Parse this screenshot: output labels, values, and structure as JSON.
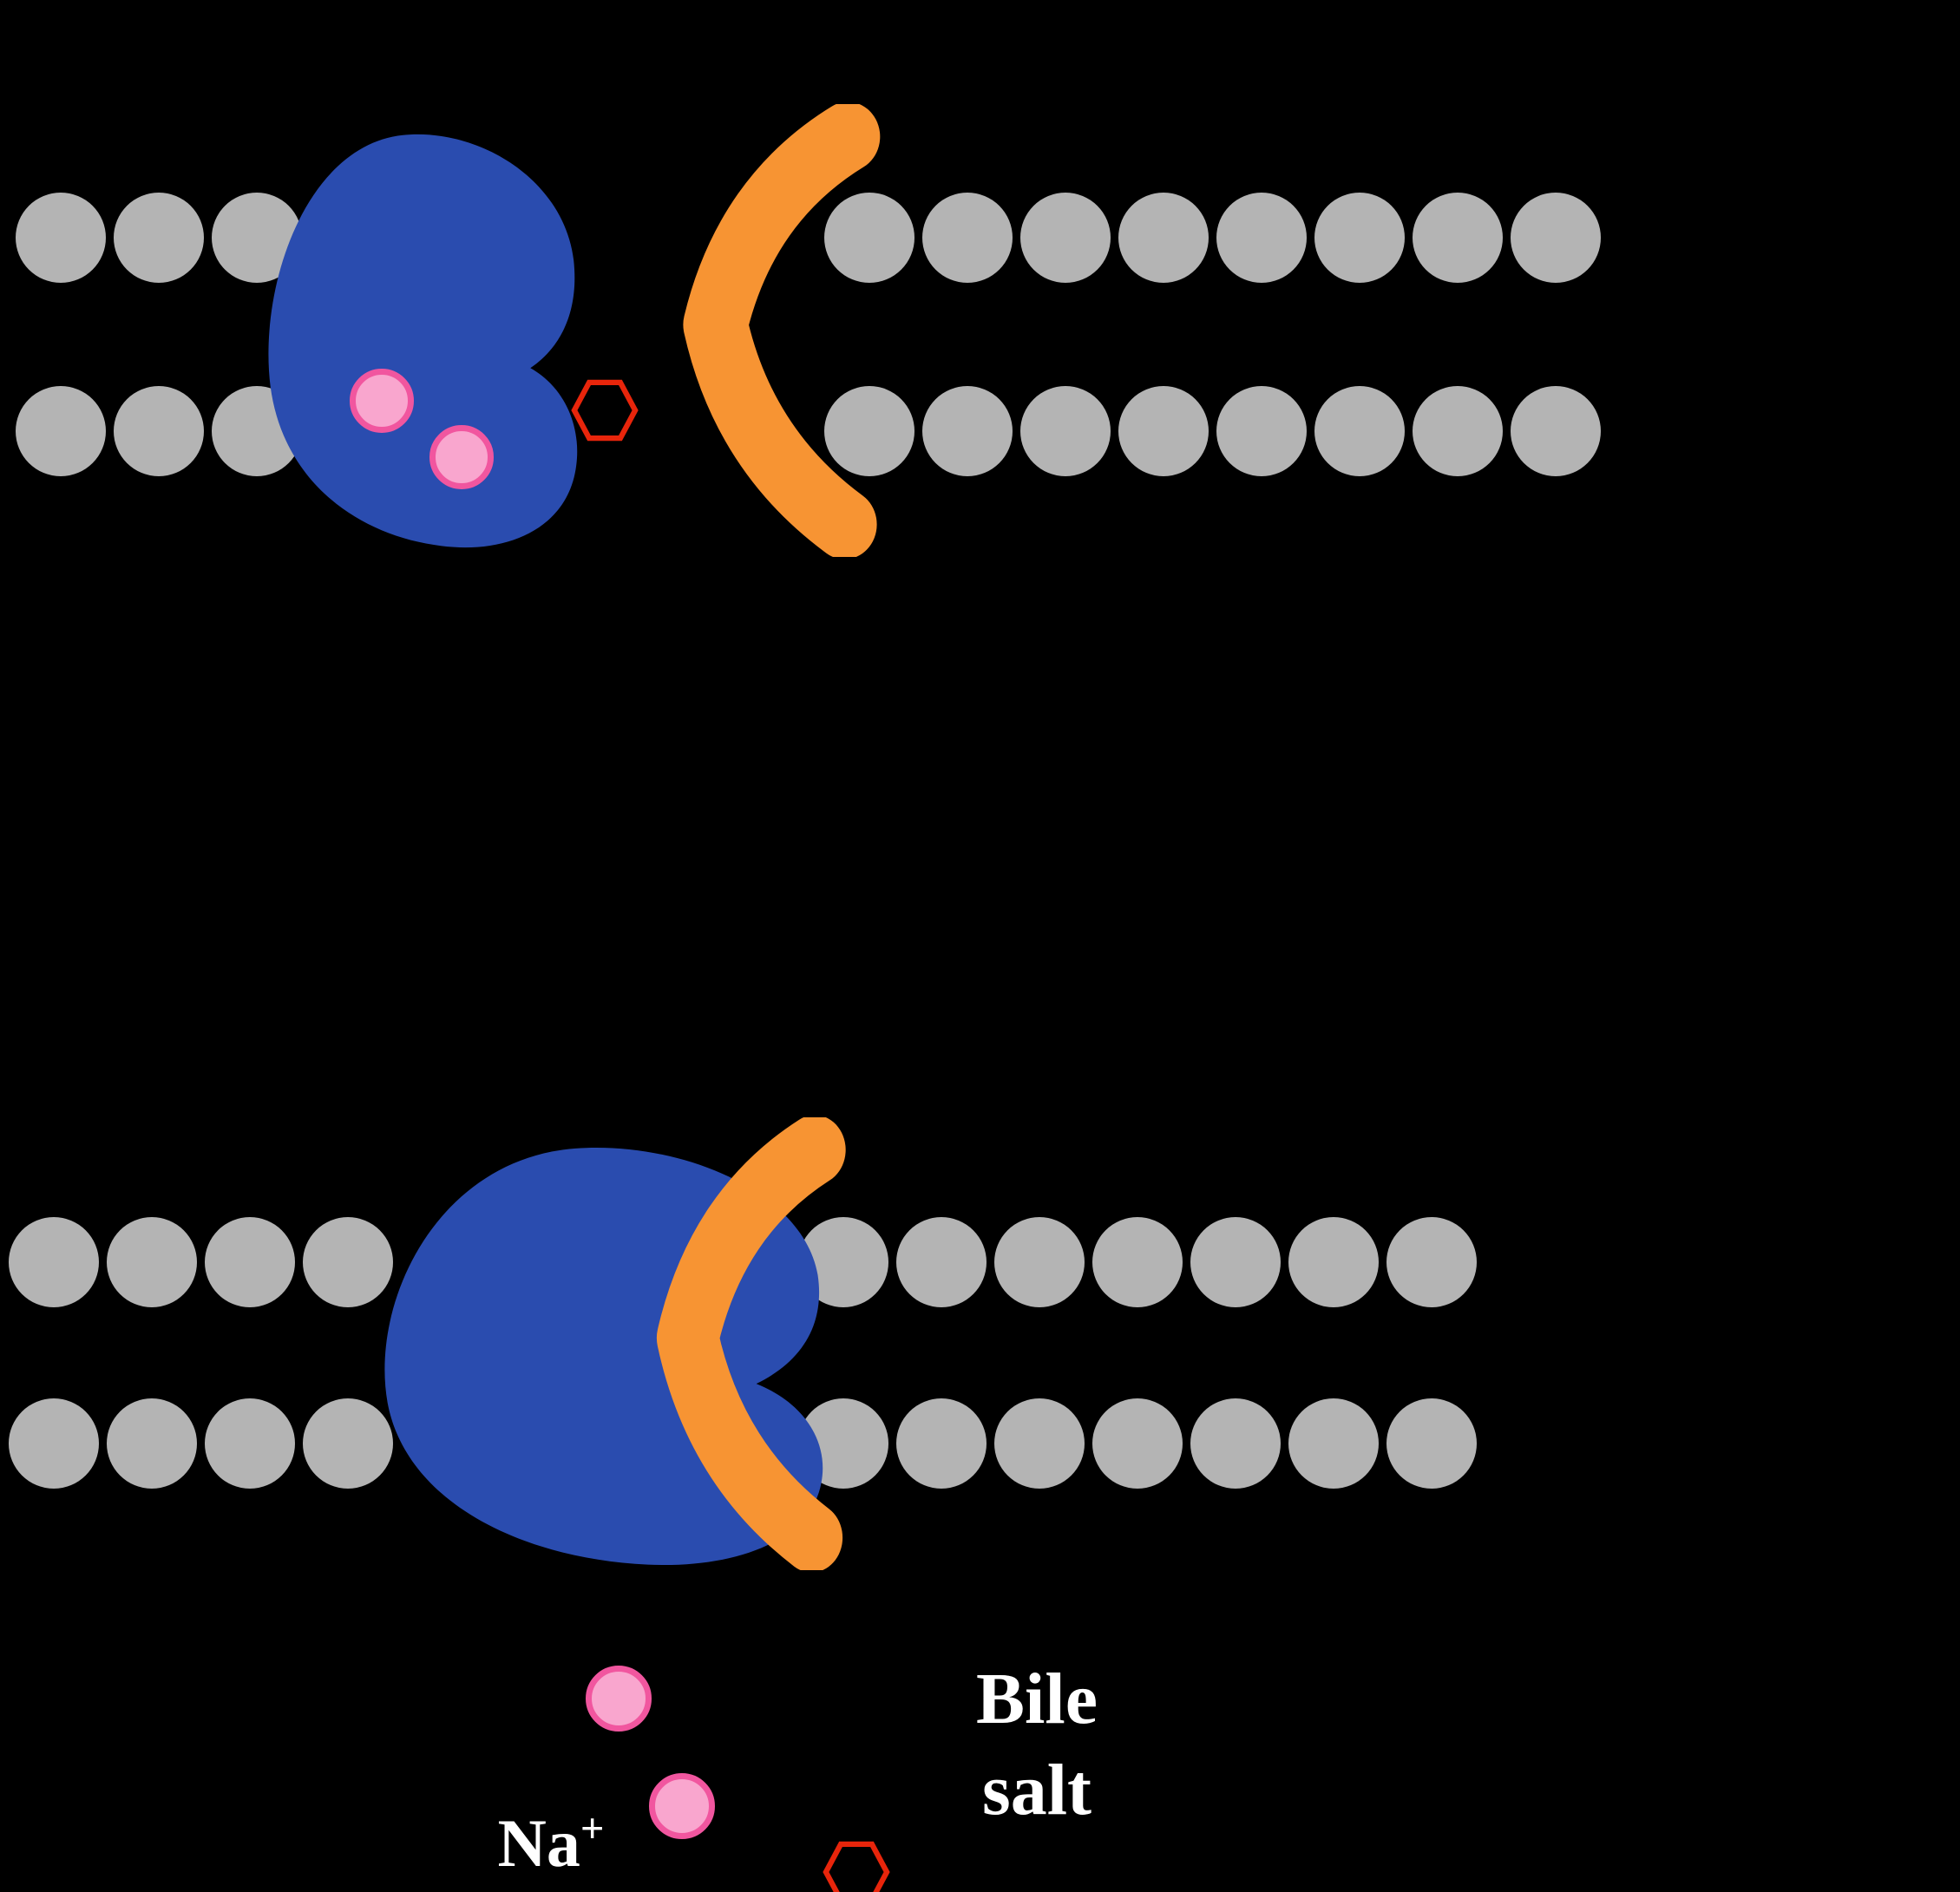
{
  "diagram": {
    "type": "membrane-transport-diagram",
    "background_color": "#000000",
    "colors": {
      "background": "#000000",
      "lipid_head": "#b4b4b4",
      "transporter_blue": "#2a4caf",
      "transporter_orange": "#f79433",
      "sodium_ion_fill": "#f9a6ce",
      "sodium_ion_border": "#f1569f",
      "bile_salt_outline": "#e8250b",
      "label_text": "#ffffff"
    },
    "labels": {
      "sodium_base": "Na",
      "sodium_charge": "+",
      "bile_salt_line1": "Bile",
      "bile_salt_line2": "salt"
    },
    "panels": [
      {
        "id": "top-membrane",
        "membrane_rows": [
          {
            "left_count": 3,
            "right_count": 8
          },
          {
            "left_count": 3,
            "right_count": 8
          }
        ],
        "sodium_ions_bound": 2,
        "bile_salts_in_channel": 1
      },
      {
        "id": "bottom-membrane",
        "membrane_rows": [
          {
            "left_count": 4,
            "right_count": 7
          },
          {
            "left_count": 4,
            "right_count": 7
          }
        ],
        "sodium_ions_released": 2,
        "bile_salts_released": 1
      }
    ]
  }
}
